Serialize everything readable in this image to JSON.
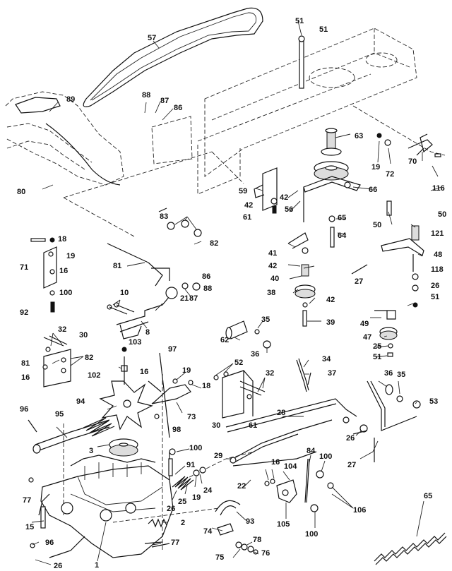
{
  "labels": {
    "l57": "57",
    "l51a": "51",
    "l51b": "51",
    "l89": "89",
    "l88a": "88",
    "l87a": "87",
    "l86a": "86",
    "l63": "63",
    "l19a": "19",
    "l72": "72",
    "l70": "70",
    "l116": "116",
    "l80": "80",
    "l66": "66",
    "l59": "59",
    "l42a": "42",
    "l56": "56",
    "l61a": "61",
    "l65": "65",
    "l64": "64",
    "l50a": "50",
    "l50b": "50",
    "l121": "121",
    "l18a": "18",
    "l19b": "19",
    "l71": "71",
    "l16a": "16",
    "l83": "83",
    "l82a": "82",
    "l81": "81",
    "l41": "41",
    "l42b": "42",
    "l48": "48",
    "l100a": "100",
    "l86b": "86",
    "l88b": "88",
    "l87b": "87",
    "l40": "40",
    "l27a": "27",
    "l118": "118",
    "l26a": "26",
    "l51c": "51",
    "l92": "92",
    "l10": "10",
    "l21": "21",
    "l38": "38",
    "l42c": "42",
    "l39": "39",
    "l8": "8",
    "l35a": "35",
    "l62": "62",
    "l36a": "36",
    "l49": "49",
    "l47": "47",
    "l25a": "25",
    "l51d": "51",
    "l32a": "32",
    "l30a": "30",
    "l103": "103",
    "l97": "97",
    "l81b": "81",
    "l82b": "82",
    "l16b": "16",
    "l102": "102",
    "l16c": "16",
    "l19c": "19",
    "l18b": "18",
    "l34": "34",
    "l37": "37",
    "l52": "52",
    "l32b": "32",
    "l36b": "36",
    "l35b": "35",
    "l94": "94",
    "l73": "73",
    "l96a": "96",
    "l95": "95",
    "l98": "98",
    "l30b": "30",
    "l61b": "61",
    "l28": "28",
    "l53": "53",
    "l26b": "26",
    "l3": "3",
    "l100b": "100",
    "l29": "29",
    "l84": "84",
    "l16d": "16",
    "l104": "104",
    "l100c": "100",
    "l91": "91",
    "l27b": "27",
    "l77a": "77",
    "l24": "24",
    "l25b": "25",
    "l19d": "19",
    "l26c": "26",
    "l22": "22",
    "l106": "106",
    "l15": "15",
    "l2": "2",
    "l93": "93",
    "l105": "105",
    "l100d": "100",
    "l65b": "65",
    "l96b": "96",
    "l77b": "77",
    "l74": "74",
    "l78": "78",
    "l75": "75",
    "l76": "76",
    "l26d": "26",
    "l1": "1"
  }
}
